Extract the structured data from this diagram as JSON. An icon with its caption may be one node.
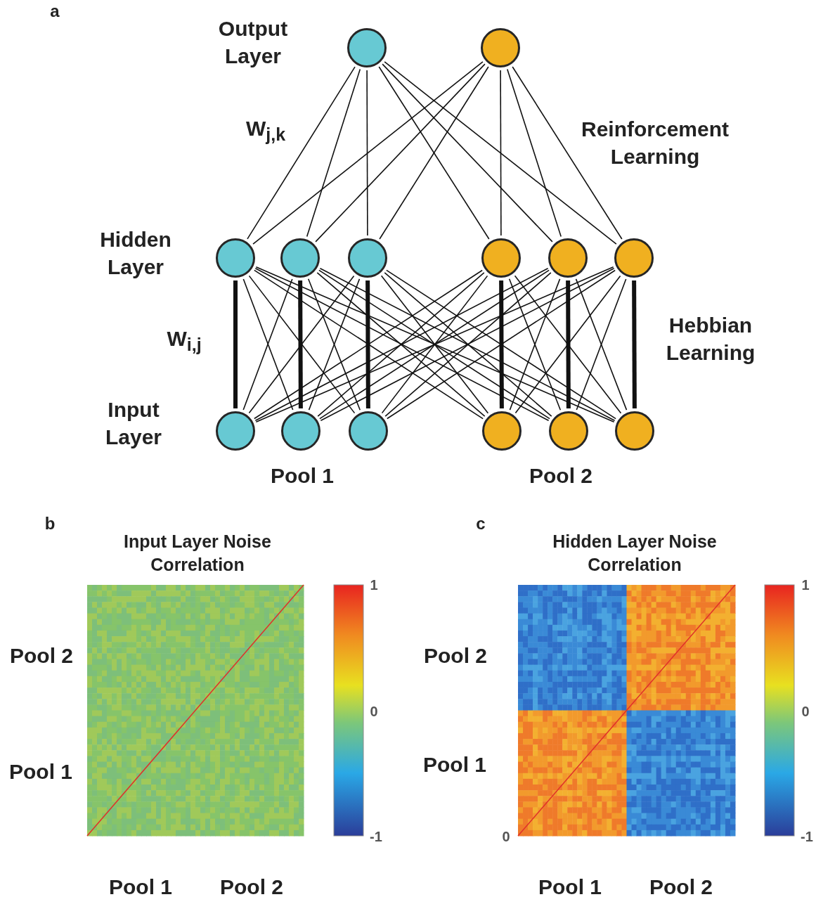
{
  "diagram": {
    "nodes": [
      {
        "text": [],
        "shape": "circle"
      },
      {
        "text": [],
        "shape": "circle"
      },
      {
        "text": [],
        "shape": "circle"
      },
      {
        "text": [],
        "shape": "circle"
      },
      {
        "text": [],
        "shape": "circle"
      },
      {
        "text": [],
        "shape": "circle"
      },
      {
        "text": [],
        "shape": "circle"
      },
      {
        "text": [],
        "shape": "circle"
      },
      {
        "text": [],
        "shape": "circle"
      },
      {
        "text": [],
        "shape": "circle"
      },
      {
        "text": [],
        "shape": "circle"
      },
      {
        "text": [],
        "shape": "circle"
      },
      {
        "text": [],
        "shape": "circle"
      },
      {
        "text": [],
        "shape": "circle"
      }
    ],
    "edges": [
      {
        "from": 0,
        "to": 2,
        "arrow": "none"
      },
      {
        "from": 0,
        "to": 3,
        "arrow": "none"
      },
      {
        "from": 0,
        "to": 4,
        "arrow": "none"
      },
      {
        "from": 0,
        "to": 5,
        "arrow": "none"
      },
      {
        "from": 0,
        "to": 6,
        "arrow": "none"
      },
      {
        "from": 0,
        "to": 7,
        "arrow": "none"
      },
      {
        "from": 1,
        "to": 2,
        "arrow": "none"
      },
      {
        "from": 1,
        "to": 3,
        "arrow": "none"
      },
      {
        "from": 1,
        "to": 4,
        "arrow": "none"
      },
      {
        "from": 1,
        "to": 5,
        "arrow": "none"
      },
      {
        "from": 1,
        "to": 6,
        "arrow": "none"
      },
      {
        "from": 1,
        "to": 7,
        "arrow": "none"
      },
      {
        "from": 2,
        "to": 8,
        "arrow": "none",
        "style": "thick"
      },
      {
        "from": 2,
        "to": 9,
        "arrow": "none"
      },
      {
        "from": 2,
        "to": 10,
        "arrow": "none"
      },
      {
        "from": 2,
        "to": 11,
        "arrow": "none"
      },
      {
        "from": 2,
        "to": 12,
        "arrow": "none"
      },
      {
        "from": 2,
        "to": 13,
        "arrow": "none"
      },
      {
        "from": 3,
        "to": 8,
        "arrow": "none"
      },
      {
        "from": 3,
        "to": 9,
        "arrow": "none",
        "style": "thick"
      },
      {
        "from": 3,
        "to": 10,
        "arrow": "none"
      },
      {
        "from": 3,
        "to": 11,
        "arrow": "none"
      },
      {
        "from": 3,
        "to": 12,
        "arrow": "none"
      },
      {
        "from": 3,
        "to": 13,
        "arrow": "none"
      },
      {
        "from": 4,
        "to": 8,
        "arrow": "none"
      },
      {
        "from": 4,
        "to": 9,
        "arrow": "none"
      },
      {
        "from": 4,
        "to": 10,
        "arrow": "none",
        "style": "thick"
      },
      {
        "from": 4,
        "to": 11,
        "arrow": "none"
      },
      {
        "from": 4,
        "to": 12,
        "arrow": "none"
      },
      {
        "from": 4,
        "to": 13,
        "arrow": "none"
      },
      {
        "from": 5,
        "to": 8,
        "arrow": "none"
      },
      {
        "from": 5,
        "to": 9,
        "arrow": "none"
      },
      {
        "from": 5,
        "to": 10,
        "arrow": "none"
      },
      {
        "from": 5,
        "to": 11,
        "arrow": "none",
        "style": "thick"
      },
      {
        "from": 5,
        "to": 12,
        "arrow": "none"
      },
      {
        "from": 5,
        "to": 13,
        "arrow": "none"
      },
      {
        "from": 6,
        "to": 8,
        "arrow": "none"
      },
      {
        "from": 6,
        "to": 9,
        "arrow": "none"
      },
      {
        "from": 6,
        "to": 10,
        "arrow": "none"
      },
      {
        "from": 6,
        "to": 11,
        "arrow": "none"
      },
      {
        "from": 6,
        "to": 12,
        "arrow": "none",
        "style": "thick"
      },
      {
        "from": 6,
        "to": 13,
        "arrow": "none"
      },
      {
        "from": 7,
        "to": 8,
        "arrow": "none"
      },
      {
        "from": 7,
        "to": 9,
        "arrow": "none"
      },
      {
        "from": 7,
        "to": 10,
        "arrow": "none"
      },
      {
        "from": 7,
        "to": 11,
        "arrow": "none"
      },
      {
        "from": 7,
        "to": 12,
        "arrow": "none"
      },
      {
        "from": 7,
        "to": 13,
        "arrow": "none",
        "style": "thick"
      }
    ],
    "labels": [
      "a",
      "Output Layer",
      "W$_{j,k}$",
      "Reinforcement Learning",
      "Hidden Layer",
      "W$_{i,j}$",
      "Hebbian Learning",
      "Input Layer",
      "Pool 1",
      "Pool 2",
      "b",
      "Input Layer Noise Correlation",
      "1",
      "Pool 2",
      "0",
      "Pool 1",
      "-1",
      "Pool 1",
      "Pool 2",
      "c",
      "Hidden Layer Noise Correlation",
      "1",
      "Pool 2",
      "0",
      "Pool 1",
      "0",
      "-1",
      "Pool 1",
      "Pool 2"
    ]
  }
}
